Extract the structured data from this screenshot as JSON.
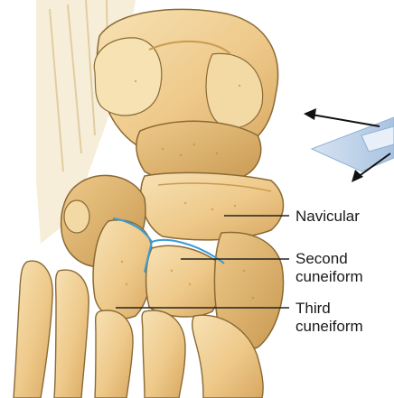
{
  "labels": {
    "navicular": "Navicular",
    "second_cuneiform": [
      "Second",
      "cuneiform"
    ],
    "third_cuneiform": [
      "Third",
      "cuneiform"
    ]
  },
  "colors": {
    "bone_fill": "#eec98a",
    "bone_light": "#f7e2b4",
    "bone_shadow": "#c99a52",
    "bone_outline": "#8a6a35",
    "joint_line": "#3a9bd6",
    "plane_fill": "#b9cfe6",
    "plane_edge": "#8fb1d4",
    "leader": "#222222"
  },
  "icons": {
    "motion_arrows": "double-headed-diagonal-arrows"
  }
}
